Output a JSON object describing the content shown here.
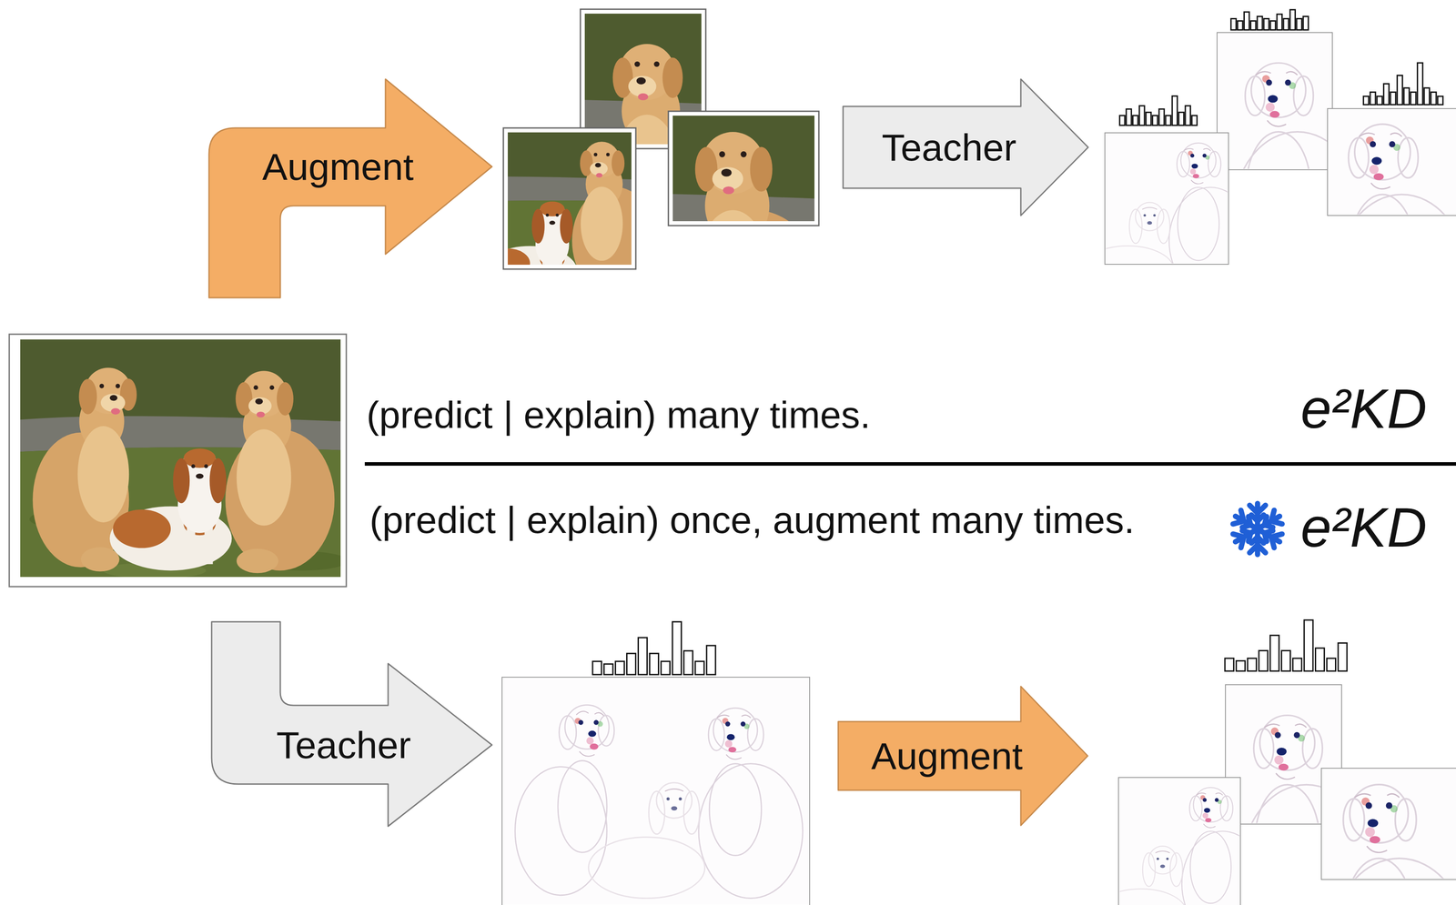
{
  "diagram": {
    "nodes": [
      {
        "text": [
          "Augment"
        ]
      },
      {
        "text": [
          "Teacher"
        ]
      },
      {
        "text": [
          "Teacher"
        ]
      },
      {
        "text": [
          "Augment"
        ]
      }
    ],
    "labels": [
      "(predict | explain) many times.",
      "e²KD",
      "(predict | explain) once, augment many times.",
      "e²KD"
    ]
  }
}
